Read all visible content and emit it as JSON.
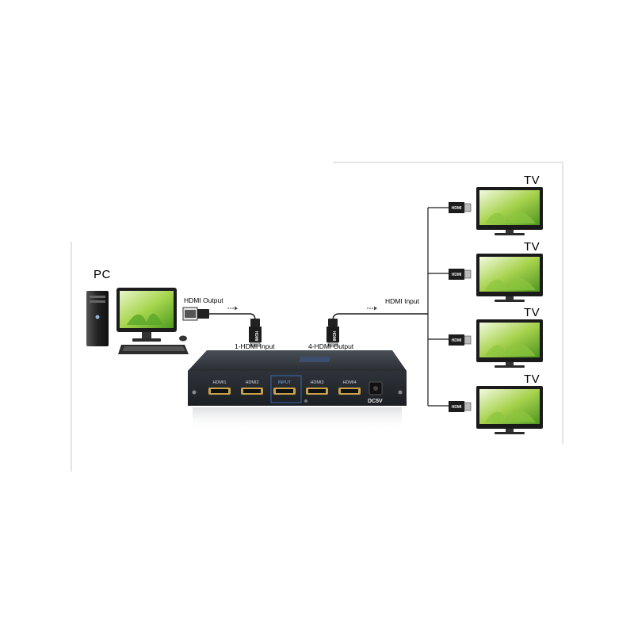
{
  "labels": {
    "pc": "PC",
    "hdmi_output": "HDMI Output",
    "one_hdmi_input": "1-HDMI Input",
    "four_hdmi_output": "4-HDMI Output",
    "hdmi_input": "HDMI Input",
    "tv": "TV"
  },
  "splitter": {
    "ports": [
      "HDMI1",
      "HDMI2",
      "INPUT",
      "HDMI3",
      "HDMI4"
    ],
    "power_label": "DC5V"
  },
  "plug_text": "HDMI",
  "tv_count": 4,
  "colors": {
    "cable": "#1a1a1a",
    "frame": "#bbbbbb",
    "splitter_body": "#2b3035",
    "input_accent": "#3a7bd5",
    "port_gold": "#c8a24a",
    "screen_green": "#8cc63e"
  }
}
